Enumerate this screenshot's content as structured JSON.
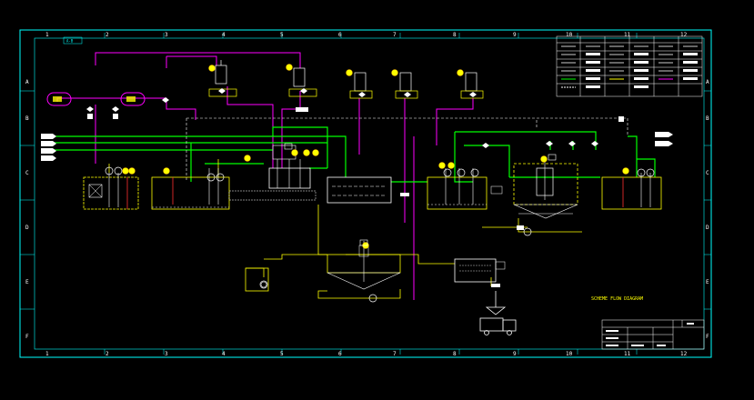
{
  "drawing": {
    "sheet_tag": "A-B",
    "column_labels": [
      "1",
      "2",
      "3",
      "4",
      "5",
      "6",
      "7",
      "8",
      "9",
      "10",
      "11",
      "12"
    ],
    "row_labels": [
      "A",
      "B",
      "C",
      "D",
      "E",
      "F"
    ],
    "caption": "SCHEME FLOW DIAGRAM"
  },
  "legend": {
    "rows": 6,
    "cols": 6
  },
  "title_block": {
    "title": "",
    "rows": 4
  },
  "colors": {
    "background": "#000000",
    "frame": "#00ffff",
    "sludge_line": "#ffff00",
    "water_line": "#00ff00",
    "chemical_line": "#ff00ff",
    "air_line": "#ffffff",
    "instrument": "#ffff00",
    "tank_outline": "#ffff00",
    "tank_red": "#ff3030"
  },
  "icons": [
    "pump-icon",
    "valve-icon",
    "instrument-bubble-icon",
    "mixer-icon",
    "truck-icon",
    "arrow-icon"
  ]
}
